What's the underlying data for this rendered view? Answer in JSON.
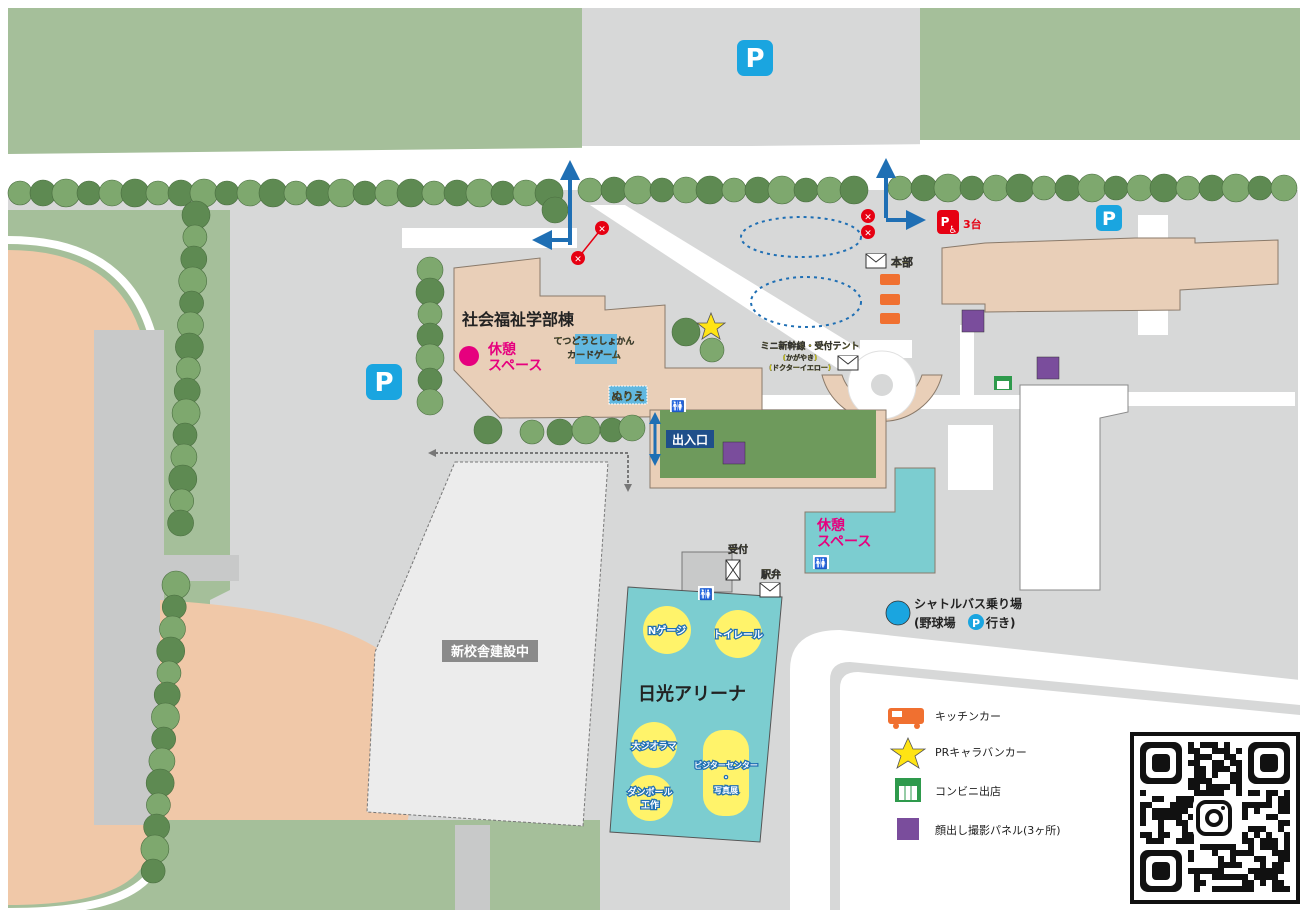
{
  "colors": {
    "grass": "#a5bf9a",
    "grass_dark": "#85a878",
    "pavement": "#d7d8d8",
    "road": "#ffffff",
    "building": "#e9cfb8",
    "building_stroke": "#8a7a6a",
    "arena": "#7ccdd0",
    "lawn": "#6e9a5c",
    "track": "#f0c8a8",
    "tree": "#5e8a52",
    "tree_light": "#7ea86e",
    "parking": "#1aa5e0",
    "rest_pink": "#e6007e",
    "arrow_blue": "#1f6fb4",
    "panel_purple": "#7a4d9c",
    "kitchen_orange": "#f07030",
    "star_yellow": "#ffe414",
    "booth_yellow": "#fff36a",
    "bus_stop": "#1aa5e0",
    "convenience_green": "#2e9a4c"
  },
  "labels": {
    "parking": "P",
    "welfare_building": "社会福祉学部棟",
    "rest_space_1": "休憩",
    "rest_space_2": "スペース",
    "card_game_1": "てつどうとしょかん",
    "card_game_2": "カードゲーム",
    "nurie": "ぬりえ",
    "entrance": "出入口",
    "mini_train_1": "ミニ新幹線・受付テント",
    "mini_train_2": "(かがやき)",
    "mini_train_3": "(ドクターイエロー)",
    "honbu": "本部",
    "accessible_count": "3台",
    "reception": "受付",
    "ekiben": "駅弁",
    "construction": "新校舎建設中",
    "arena": "日光アリーナ",
    "n_gauge": "Nゲージ",
    "toilet_train": "トイレール",
    "diorama": "大ジオラマ",
    "cardboard_1": "ダンボール",
    "cardboard_2": "工作",
    "visitor_1": "ビジターセンター",
    "visitor_2": "・",
    "visitor_3": "写真展",
    "shuttle_1": "シャトルバス乗り場",
    "shuttle_2a": "(野球場",
    "shuttle_2b": "行き)"
  },
  "legend": {
    "kitchen_car": "キッチンカー",
    "pr_car": "PRキャラバンカー",
    "convenience": "コンビニ出店",
    "photo_panel": "顔出し撮影パネル(3ヶ所)"
  },
  "icons": {
    "parking": "parking-sign-icon",
    "accessible_parking": "accessible-parking-icon",
    "toilet": "restroom-icon",
    "kitchen_car": "food-truck-icon",
    "star": "star-icon",
    "convenience": "convenience-store-icon",
    "photo_panel": "square-icon",
    "qr": "qr-code-icon",
    "instagram": "instagram-icon",
    "envelope": "envelope-icon",
    "no_entry": "no-entry-icon"
  }
}
